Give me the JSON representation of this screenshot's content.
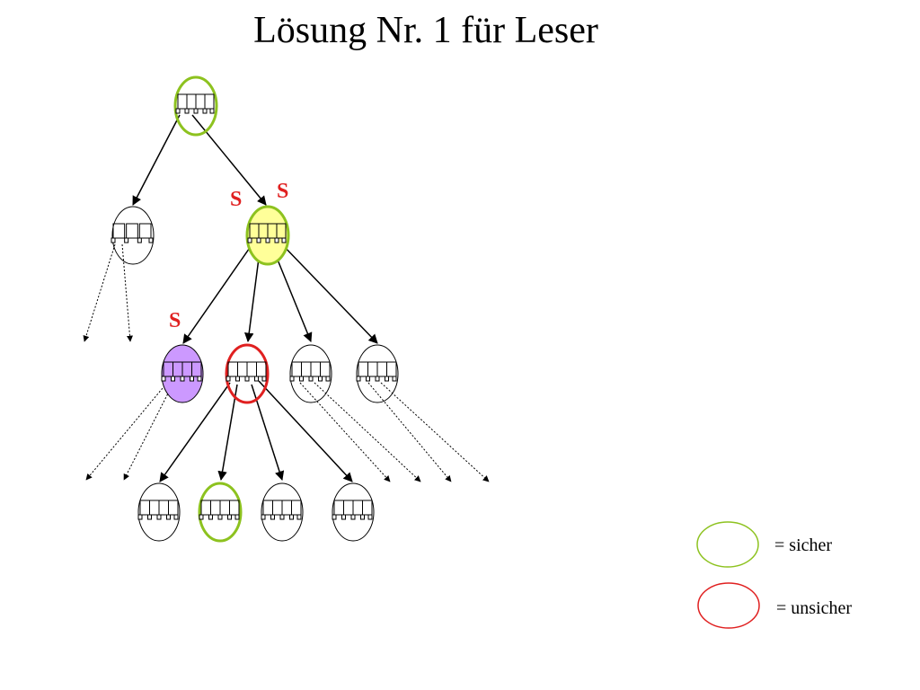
{
  "title": "Lösung Nr. 1 für Leser",
  "colors": {
    "safe": "#8dc21f",
    "unsafe": "#e02020",
    "lock_label": "#e02020",
    "highlight_yellow": "#ffff99",
    "highlight_purple": "#cc99ff"
  },
  "lock_labels": [
    "S",
    "S",
    "S"
  ],
  "legend": {
    "safe_label": "= sicher",
    "unsafe_label": "= unsicher"
  }
}
